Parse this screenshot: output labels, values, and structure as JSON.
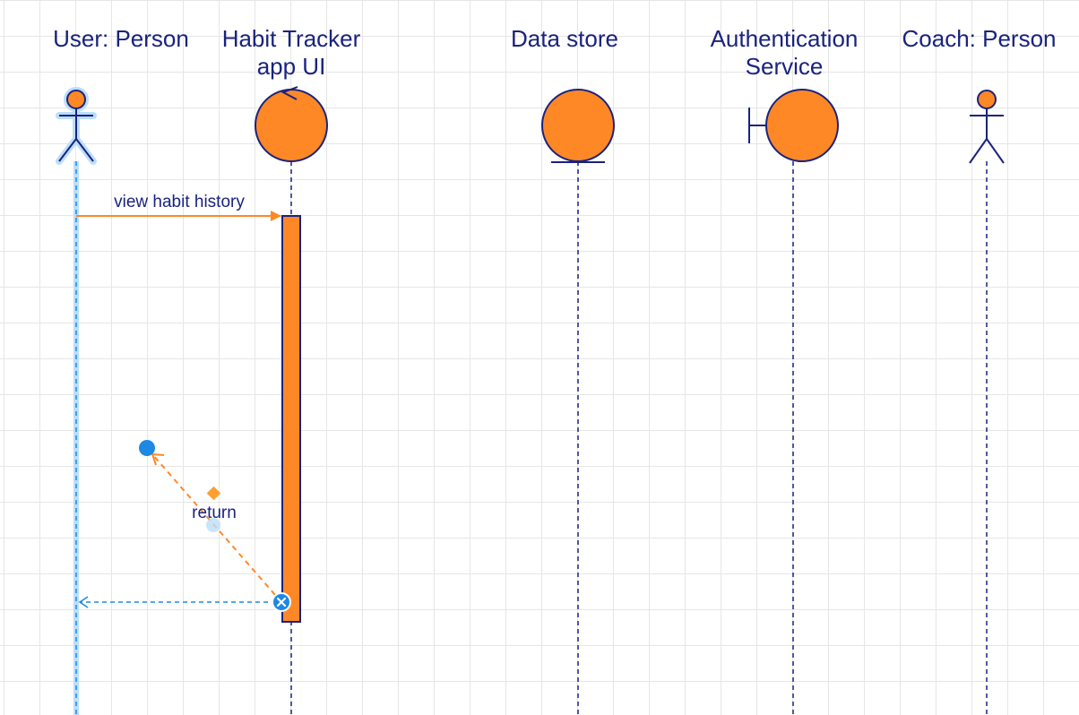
{
  "participants": [
    {
      "id": "user",
      "name": "User: Person",
      "kind": "actor"
    },
    {
      "id": "app",
      "name": "Habit Tracker app UI",
      "kind": "control"
    },
    {
      "id": "store",
      "name": "Data store",
      "kind": "entity"
    },
    {
      "id": "auth",
      "name": "Authentication Service",
      "kind": "boundary"
    },
    {
      "id": "coach",
      "name": "Coach: Person",
      "kind": "actor"
    }
  ],
  "messages": [
    {
      "from": "User: Person",
      "to": "Habit Tracker app UI",
      "label": "view habit history",
      "style": "solid-sync"
    },
    {
      "from": "Habit Tracker app UI",
      "to": "User: Person",
      "label": "return",
      "style": "dashed-return"
    }
  ],
  "colors": {
    "fill": "#ff8826",
    "stroke": "#1a237e",
    "selection": "#1e88e5",
    "selection_halo": "#bbdefb",
    "grid": "#e6e6e6"
  }
}
